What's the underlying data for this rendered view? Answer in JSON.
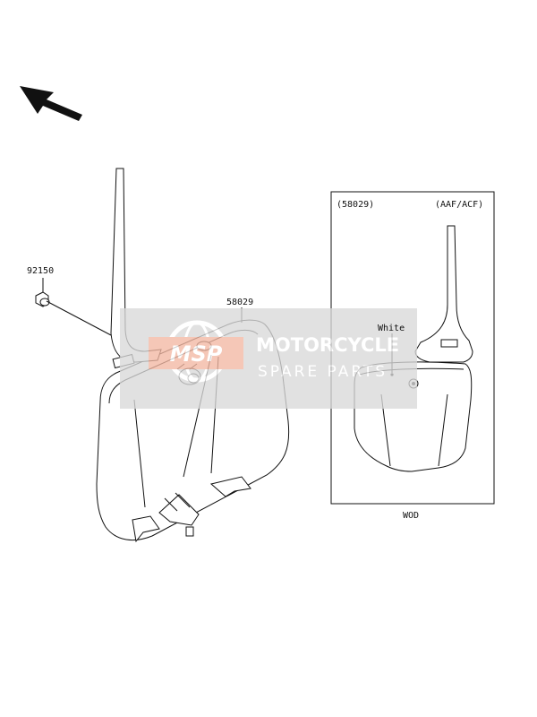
{
  "parts": {
    "bolt_number": "92150",
    "plate_number": "58029"
  },
  "detail": {
    "ref": "(58029)",
    "variant": "(AAF/ACF)",
    "color_label": "White",
    "footer": "WOD"
  },
  "watermark": {
    "logo": "MSP",
    "title": "MOTORCYCLE",
    "subtitle": "SPARE PARTS"
  },
  "icons": {
    "direction": "arrow-northwest-icon"
  },
  "colors": {
    "watermark_band": "#d9d9d9",
    "watermark_logo": "#f3b8a3",
    "line": "#111111"
  }
}
